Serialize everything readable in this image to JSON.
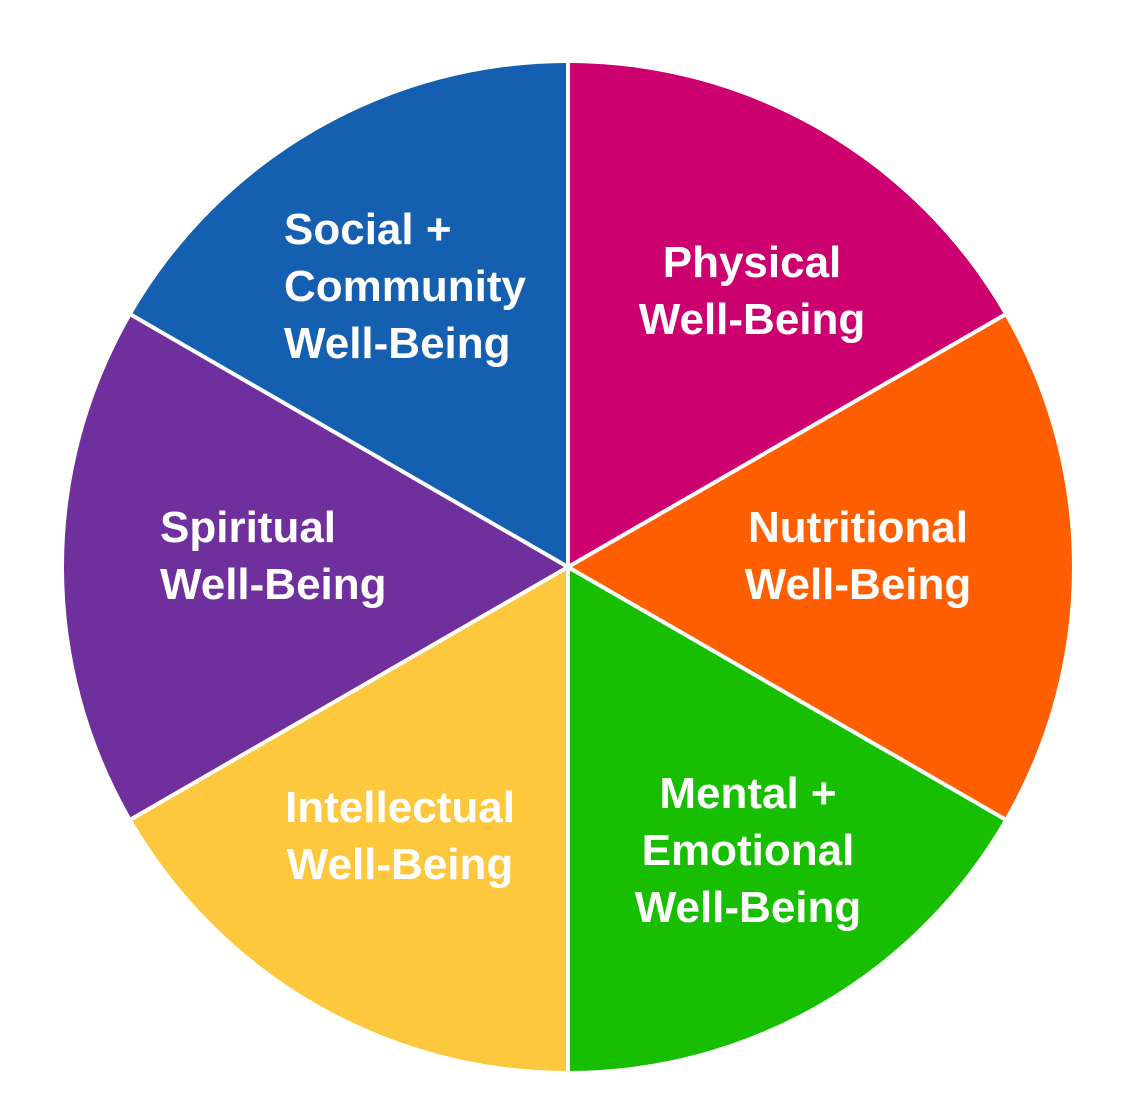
{
  "wheel": {
    "segments": [
      {
        "id": "physical",
        "color": "#CC006E",
        "lines": [
          "Physical",
          "Well-Being"
        ]
      },
      {
        "id": "nutritional",
        "color": "#FF5F00",
        "lines": [
          "Nutritional",
          "Well-Being"
        ]
      },
      {
        "id": "mental-emotional",
        "color": "#17BF00",
        "lines": [
          "Mental +",
          "Emotional",
          "Well-Being"
        ]
      },
      {
        "id": "intellectual",
        "color": "#FDC83E",
        "lines": [
          "Intellectual",
          "Well-Being"
        ]
      },
      {
        "id": "spiritual",
        "color": "#6F2F9D",
        "lines": [
          "Spiritual",
          "Well-Being"
        ]
      },
      {
        "id": "social-community",
        "color": "#145FB0",
        "lines": [
          "Social +",
          "Community",
          "Well-Being"
        ]
      }
    ],
    "divider_color": "#ffffff"
  }
}
